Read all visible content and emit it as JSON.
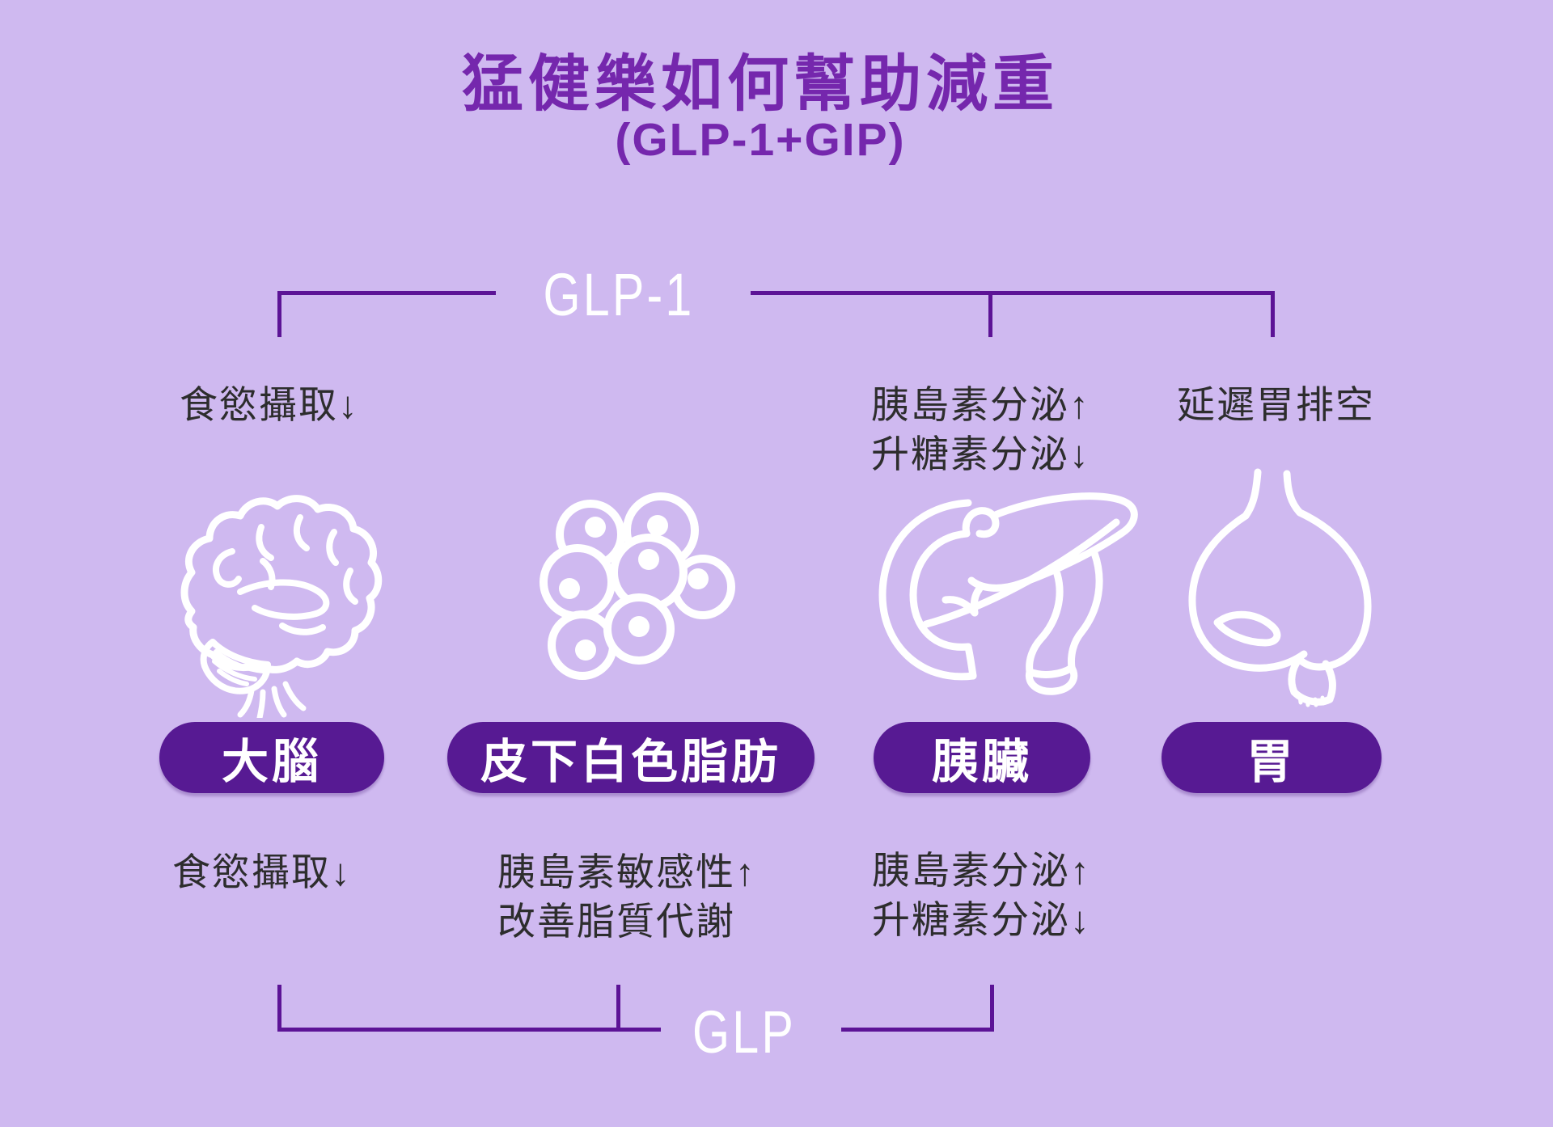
{
  "header": {
    "title": "猛健樂如何幫助減重",
    "subtitle": "(GLP-1+GIP)"
  },
  "glp1_bracket": {
    "label": "GLP-1"
  },
  "glp_bracket": {
    "label": "GLP"
  },
  "effects_top": {
    "brain": "食慾攝取↓",
    "pancreas": "胰島素分泌↑\n升糖素分泌↓",
    "stomach": "延遲胃排空"
  },
  "organs": {
    "brain": "大腦",
    "fat": "皮下白色脂肪",
    "pancreas": "胰臟",
    "stomach": "胃"
  },
  "effects_bottom": {
    "brain": "食慾攝取↓",
    "fat": "胰島素敏感性↑\n改善脂質代謝",
    "pancreas": "胰島素分泌↑\n升糖素分泌↓"
  },
  "colors": {
    "background": "#cfb9f0",
    "heading": "#7527ad",
    "bracket_line": "#5c1396",
    "pill": "#571a93",
    "body_text": "#2d2d2d",
    "artwork": "#ffffff"
  }
}
